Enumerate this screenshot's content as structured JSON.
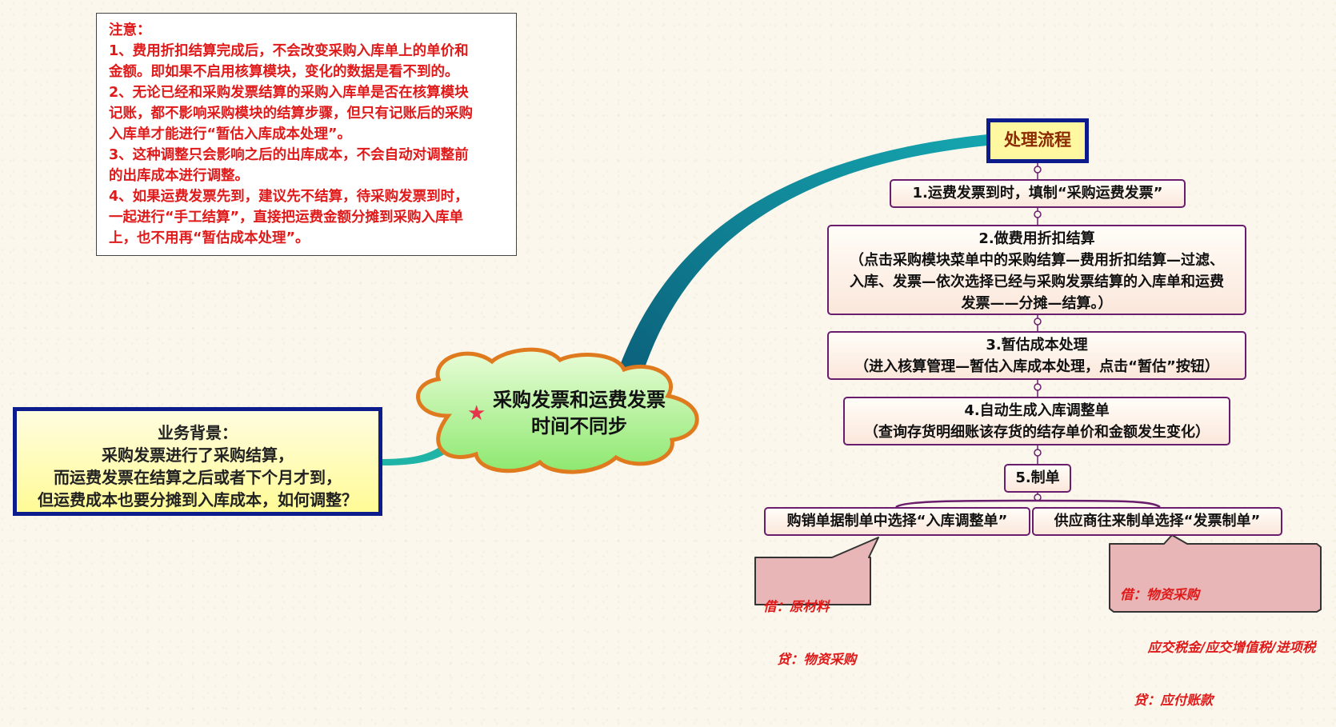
{
  "notes": {
    "title": "注意：",
    "lines": [
      " 1、费用折扣结算完成后，不会改变采购入库单上的单价和",
      "金额。即如果不启用核算模块，变化的数据是看不到的。",
      " 2、无论已经和采购发票结算的采购入库单是否在核算模块",
      "记账，都不影响采购模块的结算步骤，但只有记账后的采购",
      "入库单才能进行“暂估入库成本处理”。",
      " 3、这种调整只会影响之后的出库成本，不会自动对调整前",
      "的出库成本进行调整。",
      "4、如果运费发票先到，建议先不结算，待采购发票到时，",
      "一起进行“手工结算”，直接把运费金额分摊到采购入库单",
      "上，也不用再“暂估成本处理”。"
    ]
  },
  "background": {
    "lines": [
      "业务背景：",
      "采购发票进行了采购结算，",
      "而运费发票在结算之后或者下个月才到，",
      "但运费成本也要分摊到入库成本，如何调整？"
    ]
  },
  "center": {
    "lines": [
      "采购发票和运费发票",
      "时间不同步"
    ],
    "icon": "star-icon"
  },
  "process": {
    "title": "处理流程",
    "steps": [
      {
        "lines": [
          "1.运费发票到时，填制“采购运费发票”"
        ]
      },
      {
        "lines": [
          "2.做费用折扣结算",
          "（点击采购模块菜单中的采购结算—费用折扣结算—过滤、",
          "入库、发票—依次选择已经与采购发票结算的入库单和运费",
          "发票——分摊—结算。）"
        ]
      },
      {
        "lines": [
          "3.暂估成本处理",
          "（进入核算管理—暂估入库成本处理，点击“暂估”按钮）"
        ]
      },
      {
        "lines": [
          "4.自动生成入库调整单",
          "（查询存货明细账该存货的结存单价和金额发生变化）"
        ]
      },
      {
        "lines": [
          "5.制单"
        ]
      }
    ],
    "options": [
      "购销单据制单中选择“入库调整单”",
      "供应商往来制单选择“发票制单”"
    ]
  },
  "entries": [
    {
      "lines": [
        "借：原材料",
        "   贷：物资采购"
      ]
    },
    {
      "lines": [
        "借：物资采购",
        "      应交税金/应交增值税/进项税",
        "   贷：应付账款"
      ]
    }
  ],
  "colors": {
    "note_text": "#e01a1a",
    "box_border": "#0d1c8c",
    "step_border": "#6a1d6d",
    "title_text": "#8b2a00",
    "cloud_fill": "#b9f5a0",
    "cloud_border": "#e07a1e",
    "branch": "#0e7a8e",
    "entry_fill": "#e8b6b6"
  }
}
